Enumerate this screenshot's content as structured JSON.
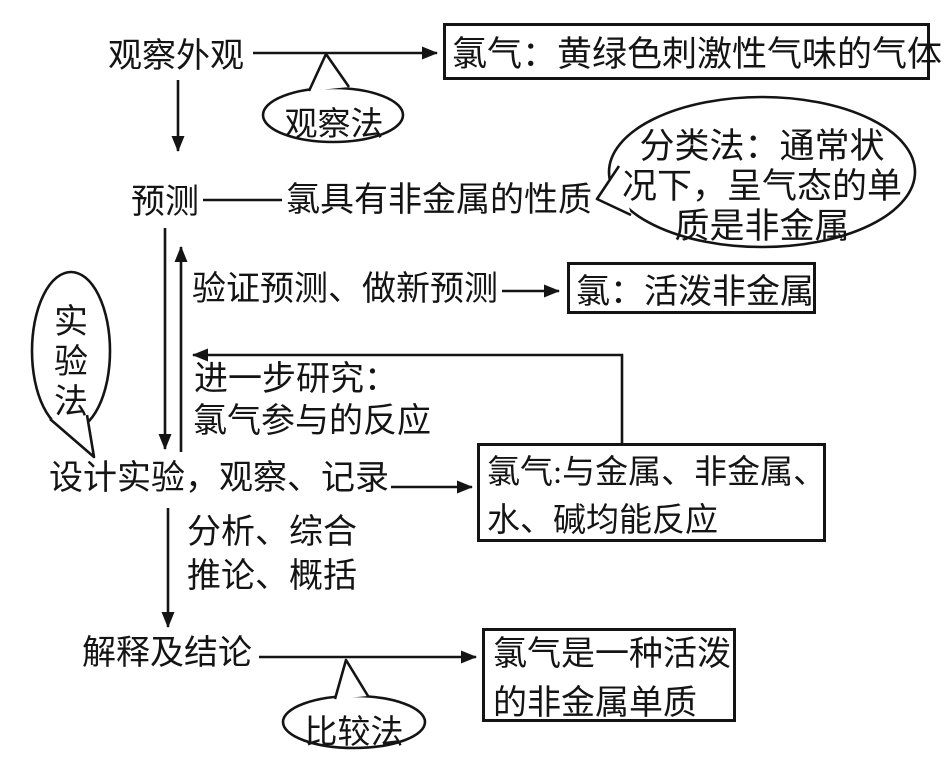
{
  "diagram": {
    "background": "#ffffff",
    "ink": "#141414",
    "steps": {
      "observe": "观察外观",
      "predict": "预测",
      "predict_hypothesis": "氯具有非金属的性质",
      "verify": "验证预测、做新预测",
      "further_line1": "进一步研究：",
      "further_line2": "氯气参与的反应",
      "design": "设计实验，观察、记录",
      "analyze_line1": "分析、综合",
      "analyze_line2": "推论、概括",
      "conclude": "解释及结论"
    },
    "results": {
      "appearance": "氯气：黄绿色刺激性气味的气体",
      "active_nonmetal": "氯：活泼非金属",
      "reactions_line1": "氯气:与金属、非金属、",
      "reactions_line2": "水、碱均能反应",
      "conclusion_line1": "氯气是一种活泼",
      "conclusion_line2": "的非金属单质"
    },
    "methods": {
      "observation": "观察法",
      "classification_line1": "分类法：通常状",
      "classification_line2": "况下，呈气态的单",
      "classification_line3": "质是非金属",
      "experiment": [
        "实",
        "验",
        "法"
      ],
      "comparison": "比较法"
    }
  }
}
